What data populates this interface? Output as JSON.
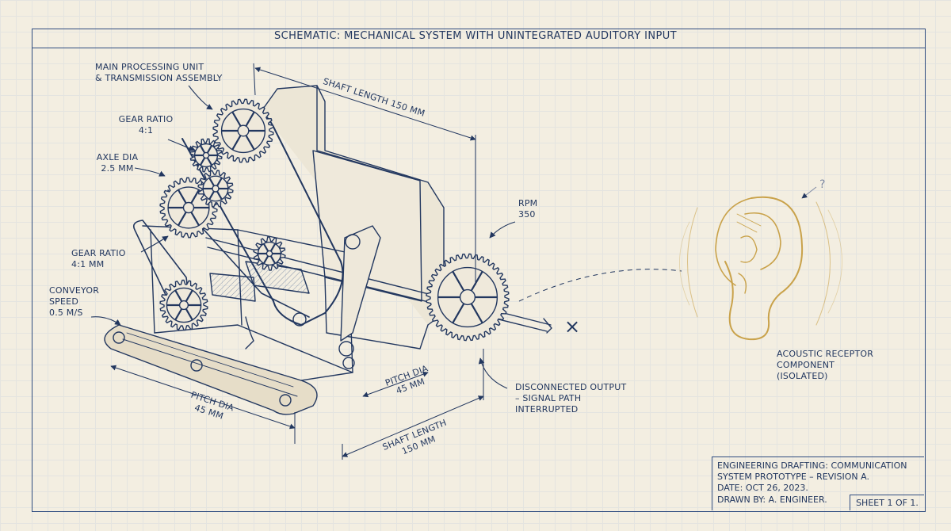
{
  "title": "SCHEMATIC: MECHANICAL SYSTEM WITH UNINTEGRATED AUDITORY INPUT",
  "labels": {
    "main_unit": "MAIN PROCESSING UNIT\n& TRANSMISSION ASSEMBLY",
    "gear_ratio_top": "GEAR RATIO\n4:1",
    "axle_dia": "AXLE DIA\n2.5 MM",
    "gear_ratio_mm": "GEAR RATIO\n4:1 MM",
    "conveyor_speed": "CONVEYOR\nSPEED\n0.5 M/S",
    "shaft_length_top": "SHAFT LENGTH 150 MM",
    "rpm": "RPM\n350",
    "pitch_dia_left": "PITCH DIA\n45 MM",
    "pitch_dia_center": "PITCH DIA\n45 MM",
    "shaft_length_bottom": "SHAFT LENGTH\n150 MM",
    "disconnected_output": "DISCONNECTED OUTPUT\n– SIGNAL PATH\nINTERRUPTED",
    "acoustic_receptor": "ACOUSTIC RECEPTOR\nCOMPONENT\n(ISOLATED)",
    "question_mark": "?",
    "break_mark": "×"
  },
  "title_block": {
    "line1": "ENGINEERING DRAFTING: COMMUNICATION",
    "line2": "SYSTEM PROTOTYPE – REVISION A.",
    "line3": "DATE: OCT 26, 2023.",
    "line4": "DRAWN BY: A. ENGINEER.",
    "sheet": "SHEET 1 OF 1."
  },
  "colors": {
    "ink": "#22375f",
    "paper": "#f3eee1",
    "ear": "#c9a24a"
  }
}
